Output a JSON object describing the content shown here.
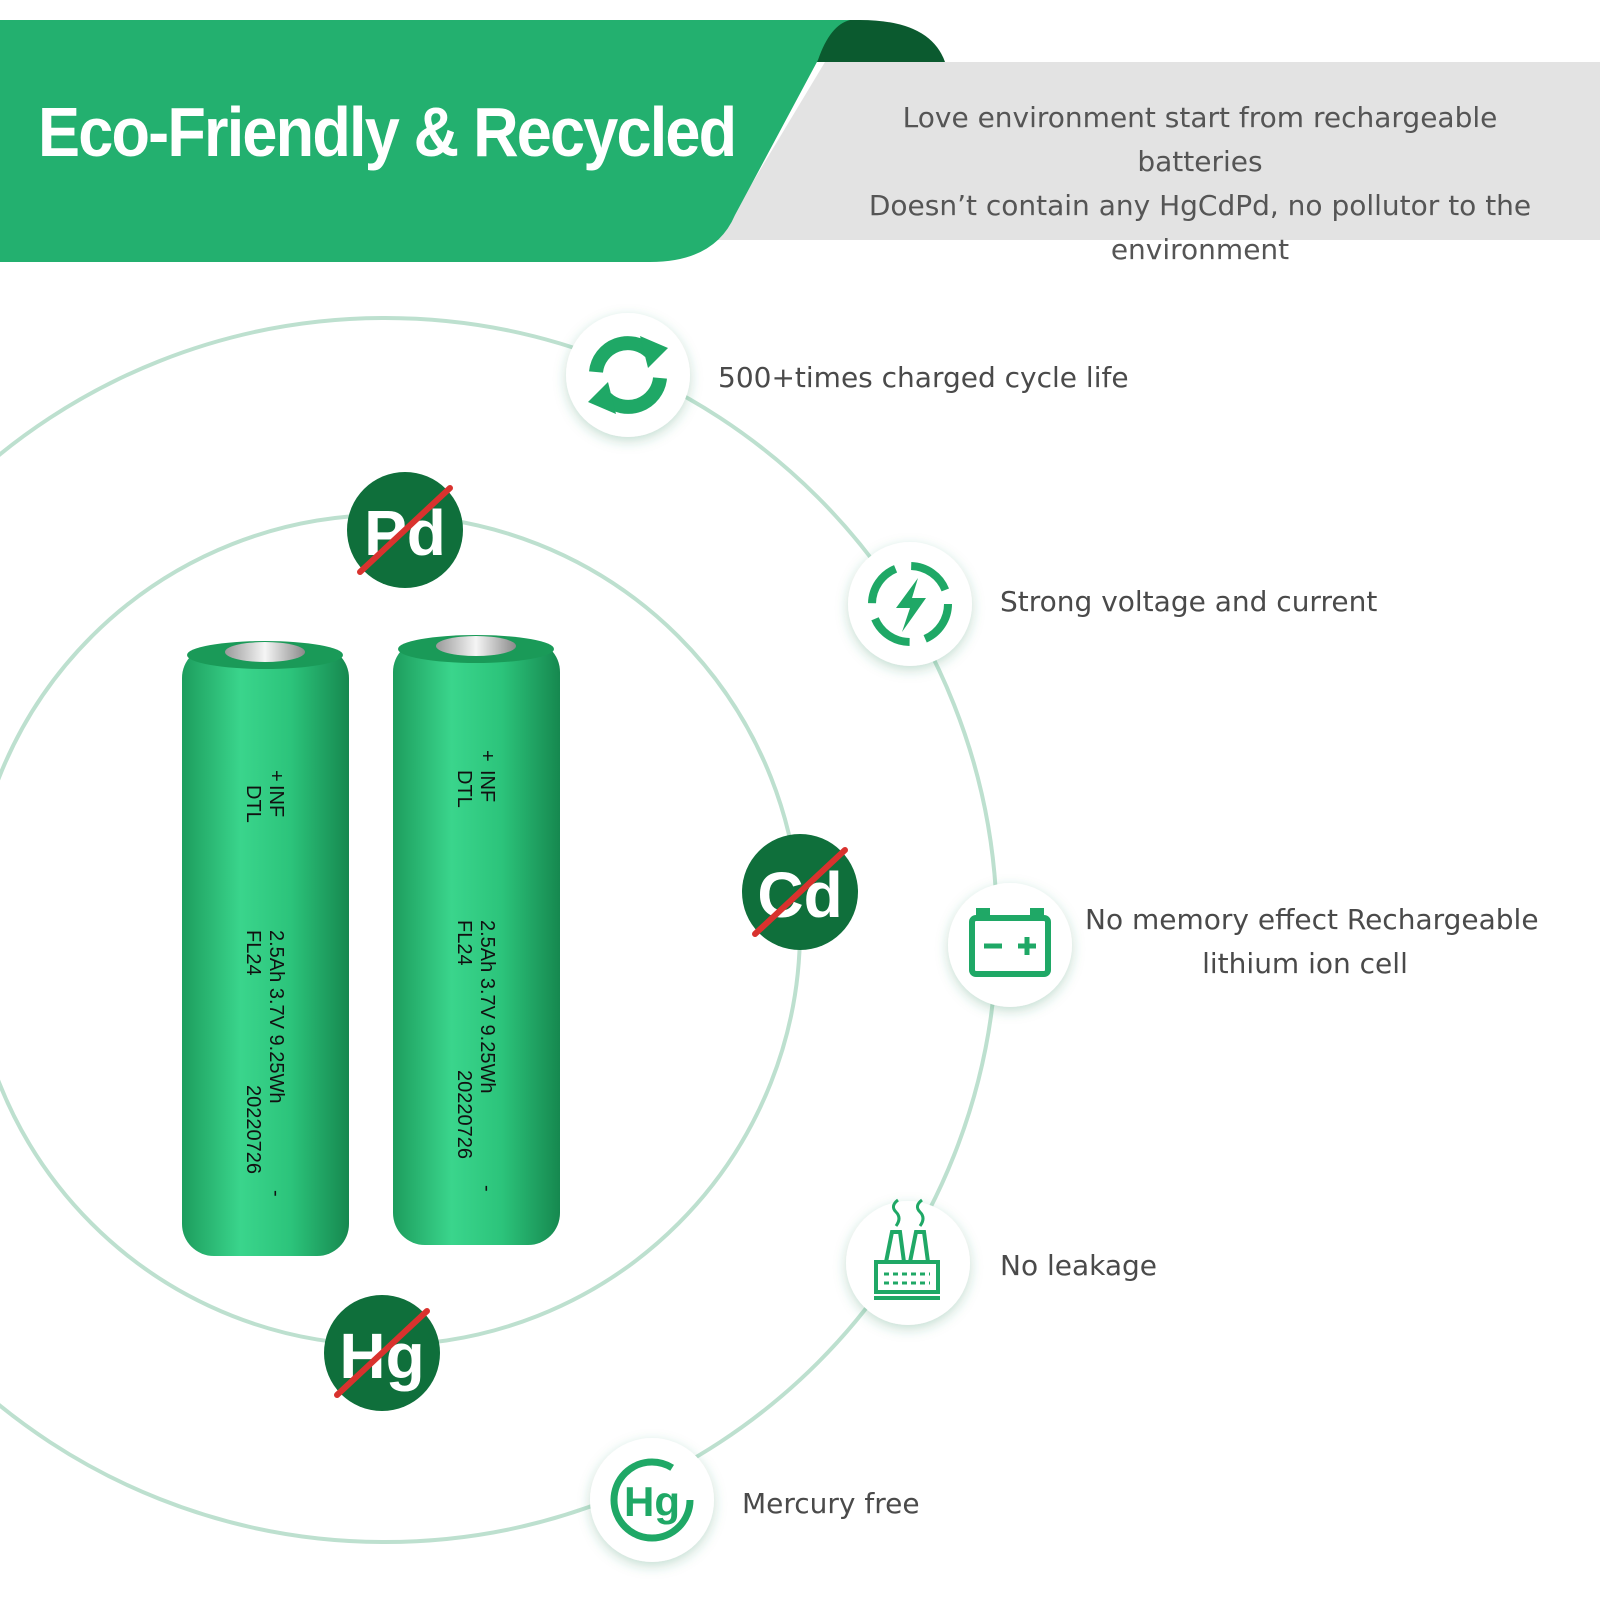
{
  "header": {
    "title": "Eco-Friendly & Recycled",
    "tagline": [
      "Love environment start from rechargeable batteries",
      "Doesn’t contain any HgCdPd, no pollutor to the",
      "environment"
    ]
  },
  "features": [
    {
      "icon": "recycle-arrows-icon",
      "label": [
        "500+times charged cycle life"
      ]
    },
    {
      "icon": "lightning-bolt-icon",
      "label": [
        "Strong voltage and current"
      ]
    },
    {
      "icon": "battery-icon",
      "label": [
        "No memory effect Rechargeable",
        "lithium ion cell"
      ]
    },
    {
      "icon": "factory-icon",
      "label": [
        "No leakage"
      ]
    },
    {
      "icon": "mercury-hg-icon",
      "label": [
        "Mercury free"
      ]
    }
  ],
  "banned_elements": [
    "Pd",
    "Cd",
    "Hg"
  ],
  "mercury_icon_text": "Hg",
  "battery_markings": {
    "plus": "+",
    "minus": "-",
    "line1": "INF",
    "line2": "DTL",
    "spec": "2.5Ah 3.7V 9.25Wh",
    "code": "FL24",
    "date": "20220726"
  },
  "colors": {
    "brand_green": "#23b06f",
    "dark_green": "#0b5a2f",
    "gray_band": "#e3e3e3",
    "orbit": "#bde0cf",
    "strike_red": "#d9322e",
    "battery_green": "#2dc27a"
  }
}
